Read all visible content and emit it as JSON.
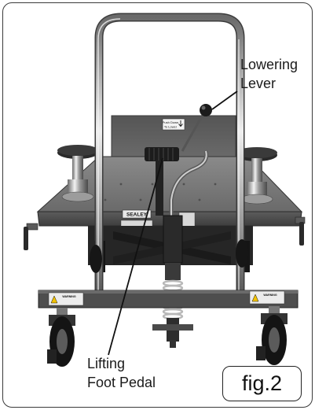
{
  "figure": {
    "label": "fig.2"
  },
  "callouts": {
    "lowering_lever_line1": "Lowering",
    "lowering_lever_line2": "Lever",
    "lifting_pedal_line1": "Lifting",
    "lifting_pedal_line2": "Foot Pedal"
  },
  "trolley_labels": {
    "sign_line1": "Push Down",
    "sign_line2": "To Lower",
    "brand": "SEALEY",
    "warning_left": "WARNING",
    "warning_right": "WARNING"
  },
  "colors": {
    "platform": "#6e6e6e",
    "chrome": "#c8c8c8",
    "rubber": "#1e1e1e"
  }
}
